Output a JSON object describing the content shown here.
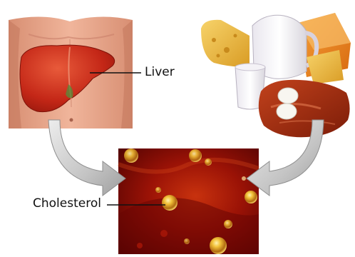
{
  "labels": {
    "liver": "Liver",
    "cholesterol": "Cholesterol"
  },
  "colors": {
    "liver": "#c8281c",
    "skin": "#eba98e",
    "blood": "#8a0d06",
    "bubble": "#f2c23a",
    "arrow": "#bfbfbf"
  },
  "icons": {
    "liver_panel": "torso-liver-illustration",
    "food_panel": "dairy-cheese-eggs-meat-photo",
    "blood_panel": "bloodstream-cholesterol-photo",
    "arrows": "curved-arrow-icon"
  }
}
